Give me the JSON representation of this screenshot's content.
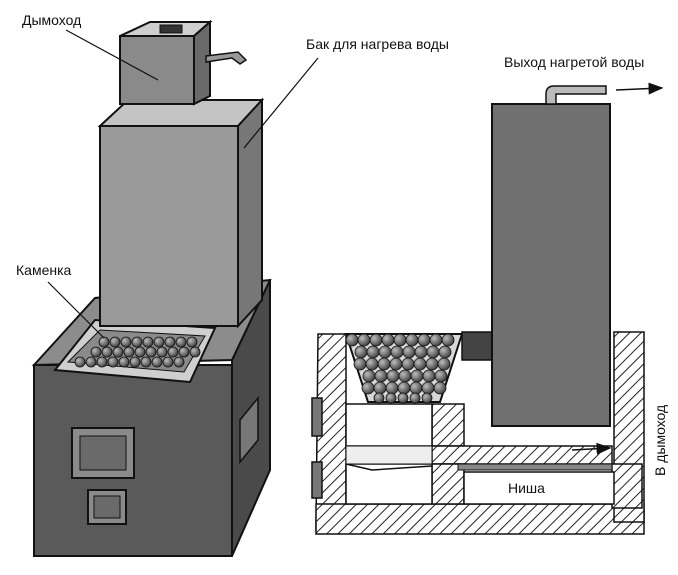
{
  "labels": {
    "chimney": "Дымоход",
    "water_tank": "Бак для нагрева воды",
    "heater_stones": "Каменка",
    "hot_water_outlet": "Выход нагретой воды",
    "to_chimney": "В дымоход",
    "niche": "Ниша"
  },
  "colors": {
    "stroke": "#111111",
    "body_dark": "#5a5a5a",
    "tank_gray": "#9a9a9a",
    "stone": "#6e6e6e",
    "hatch": "#222222"
  }
}
